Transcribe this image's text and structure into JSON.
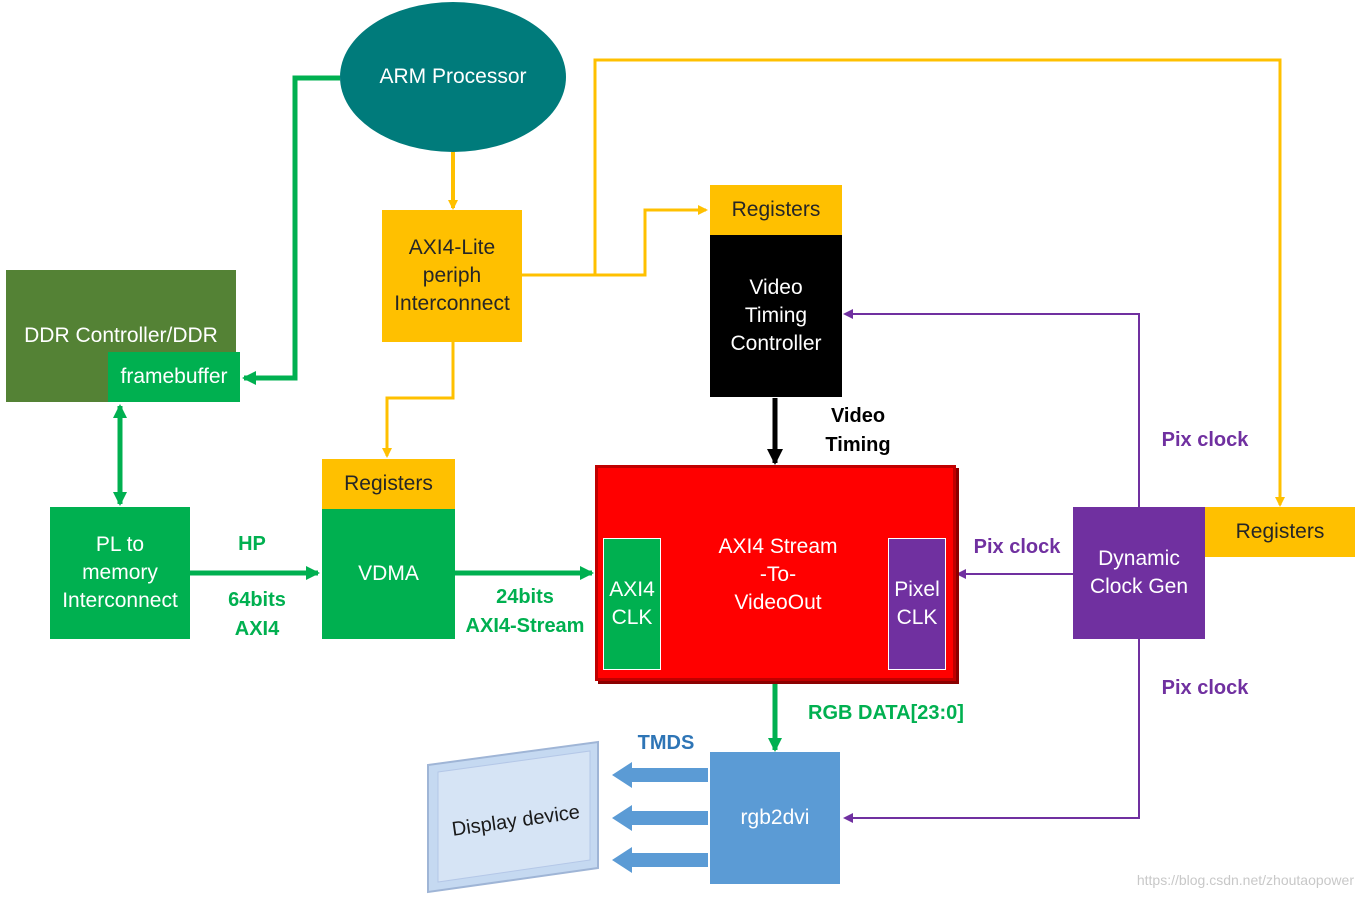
{
  "nodes": {
    "arm": "ARM Processor",
    "axi_lite": "AXI4-Lite\nperiph\nInterconnect",
    "ddr": "DDR Controller/DDR",
    "framebuffer": "framebuffer",
    "pl_mem": "PL to\nmemory\nInterconnect",
    "vdma_regs": "Registers",
    "vdma": "VDMA",
    "vtc_regs": "Registers",
    "vtc": "Video\nTiming\nController",
    "axi_stream": "AXI4 Stream\n-To-\nVideoOut",
    "axi4_clk": "AXI4\nCLK",
    "pixel_clk": "Pixel\nCLK",
    "clkgen": "Dynamic\nClock Gen",
    "clkgen_regs": "Registers",
    "rgb2dvi": "rgb2dvi",
    "display": "Display device"
  },
  "labels": {
    "hp": "HP",
    "axi4_64": "64bits\nAXI4",
    "axis_24": "24bits\nAXI4-Stream",
    "video_timing": "Video\nTiming",
    "pix_clock_1": "Pix clock",
    "pix_clock_2": "Pix clock",
    "pix_clock_3": "Pix clock",
    "rgb_data": "RGB DATA[23:0]",
    "tmds": "TMDS"
  },
  "watermark": "https://blog.csdn.net/zhoutaopower",
  "colors": {
    "yellow": "#ffc000",
    "green": "#00b050",
    "purple": "#7030a0",
    "red": "#ff0000",
    "teal": "#007b7b",
    "olive": "#548235",
    "blue": "#5b9bd5",
    "black": "#000000"
  }
}
